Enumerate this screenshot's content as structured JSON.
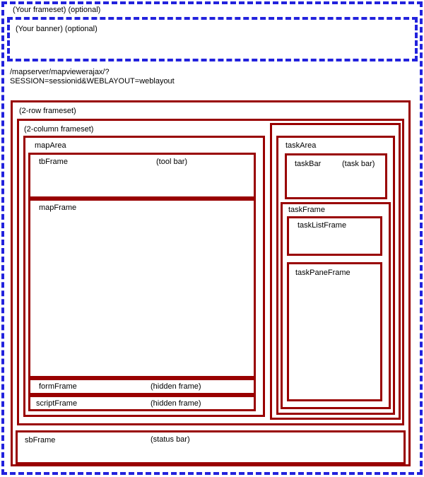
{
  "colors": {
    "frame_border": "#990000",
    "dashed_border": "#2222dd",
    "bg": "#ffffff",
    "text": "#000000"
  },
  "outer": {
    "label": "(Your frameset) (optional)"
  },
  "banner": {
    "label": "(Your banner) (optional)"
  },
  "url": {
    "line1": "/mapserver/mapviewerajax/?",
    "line2": "SESSION=sessionid&WEBLAYOUT=weblayout"
  },
  "framesets": {
    "two_row": {
      "label": "(2-row frameset)"
    },
    "two_column": {
      "label": "(2-column frameset)"
    }
  },
  "map_area": {
    "label": "mapArea",
    "frames": {
      "tb": {
        "name": "tbFrame",
        "note": "(tool bar)"
      },
      "map": {
        "name": "mapFrame"
      },
      "form": {
        "name": "formFrame",
        "note": "(hidden frame)"
      },
      "script": {
        "name": "scriptFrame",
        "note": "(hidden frame)"
      }
    }
  },
  "task_area": {
    "label": "taskArea",
    "task_bar": {
      "name": "taskBar",
      "note": "(task bar)"
    },
    "task_frame": {
      "label": "taskFrame",
      "task_list": {
        "name": "taskListFrame"
      },
      "task_pane": {
        "name": "taskPaneFrame"
      }
    }
  },
  "status_bar": {
    "name": "sbFrame",
    "note": "(status bar)"
  }
}
